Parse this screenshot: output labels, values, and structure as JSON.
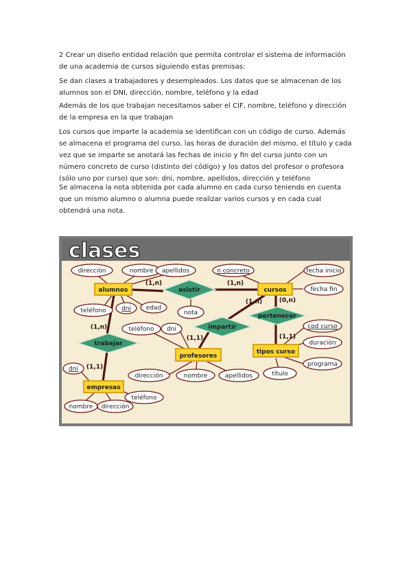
{
  "text": {
    "p1": "2 Crear un diseño entidad relación que permita controlar el sistema de información de una academia de cursos siguiendo estas premisas:",
    "p2": "Se dan clases a trabajadores y desempleados. Los datos que se almacenan de los alumnos son el DNI, dirección, nombre, teléfono y la edad",
    "p3": "Además de los que trabajan necesitamos saber el CIF, nombre, teléfono y dirección de la empresa en la que trabajan",
    "p4": "Los cursos que imparte la academia se identifican con un código de curso. Además se almacena el programa del curso, las horas de duración del mismo, el título y cada vez que se imparte se anotará las fechas de inicio y fin del curso junto con un número concreto de curso (distinto del código) y los datos del profesor o profesora (sólo uno por curso) que son: dni, nombre, apellidos, dirección y teléfono",
    "p5": "Se almacena la nota obtenida por cada alumno en cada curso teniendo en cuenta que un mismo alumno o alumna puede realizar varios cursos y en cada cual obtendrá una nota."
  },
  "diagram": {
    "title": "clases",
    "entities": {
      "alumnos": "alumnos",
      "cursos": "cursos",
      "profesores": "profesores",
      "tipos_curso": "tipos curso",
      "empresas": "empresas"
    },
    "relations": {
      "asistir": "asistir",
      "impartir": "impartir",
      "pertenecer": "pertenecer",
      "trabajar": "trabajar"
    },
    "attributes": {
      "alumnos_direccion": "dirección",
      "alumnos_nombre": "nombre",
      "alumnos_apellidos": "apellidos",
      "alumnos_telefono": "teléfono",
      "alumnos_dni": "dni",
      "alumnos_edad": "edad",
      "asistir_nota": "nota",
      "cursos_n_concreto": "n concreto",
      "cursos_fecha_inicio": "fecha inicio",
      "cursos_fecha_fin": "fecha fin",
      "profesores_telefono": "teléfono",
      "profesores_dni": "dni",
      "profesores_direccion": "dirección",
      "profesores_nombre": "nombre",
      "profesores_apellidos": "apellidos",
      "tipos_cod_curso": "cod curso",
      "tipos_duracion": "duración",
      "tipos_programa": "programa",
      "tipos_titulo": "título",
      "empresas_dni": "dni",
      "empresas_telefono": "teléfono",
      "empresas_nombre": "nombre",
      "empresas_direccion": "dirección"
    },
    "cardinalities": {
      "alumnos_asistir": "(1,n)",
      "asistir_cursos": "(1,n)",
      "cursos_impartir": "(1,n)",
      "cursos_pertenecer": "(0,n)",
      "impartir_profesores": "(1,1)",
      "pertenecer_tipos": "(1,1)",
      "alumnos_trabajar": "(1,n)",
      "trabajar_empresas": "(1,1)"
    }
  },
  "colors": {
    "entity_fill": "#fbd531",
    "relation_fill": "#3d9a74",
    "banner": "#6e6e6e",
    "diagram_bg": "#f7ecd4"
  }
}
